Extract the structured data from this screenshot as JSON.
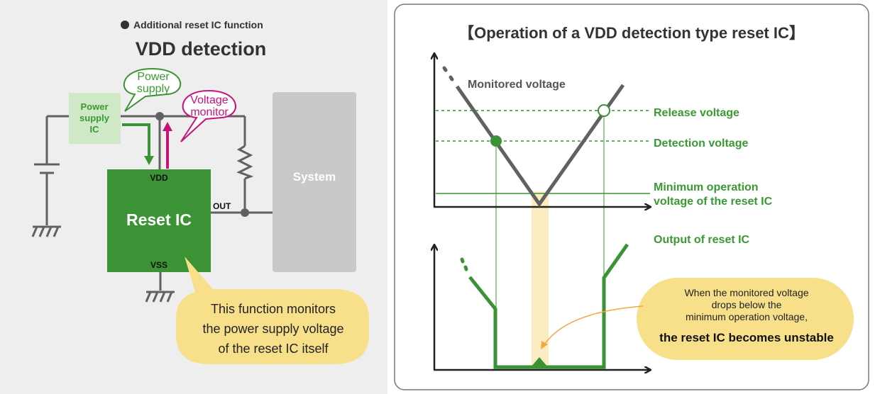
{
  "colors": {
    "left_bg": "#eeeeee",
    "green_dark": "#3b9335",
    "green_text": "#3a9a32",
    "green_light": "#cfe8c6",
    "magenta": "#c8127a",
    "gray_wire": "#616161",
    "gray_box": "#c9c9c9",
    "yellow": "#f8e08a",
    "band": "#fbecc1",
    "orange_arrow": "#f0a93a"
  },
  "left": {
    "feature_label": "Additional reset IC function",
    "title": "VDD detection",
    "power_ic_label": [
      "Power",
      "supply",
      "IC"
    ],
    "power_bubble": [
      "Power",
      "supply"
    ],
    "monitor_bubble": [
      "Voltage",
      "monitor"
    ],
    "vdd_pin": "VDD",
    "reset_ic_label": "Reset IC",
    "vss_pin": "VSS",
    "out_pin": "OUT",
    "system_label": "System",
    "callout": [
      "This function monitors",
      "the power supply voltage",
      "of the reset IC itself"
    ]
  },
  "right": {
    "title": "【Operation of a VDD detection type reset IC】",
    "monitored_label": "Monitored voltage",
    "release_label": "Release voltage",
    "detection_label": "Detection voltage",
    "min_op_label": [
      "Minimum operation",
      "voltage of the reset IC"
    ],
    "output_label": "Output of reset IC",
    "note": [
      "When the monitored voltage",
      "drops below the",
      "minimum operation voltage,"
    ],
    "note_bold": "the reset IC becomes unstable"
  }
}
